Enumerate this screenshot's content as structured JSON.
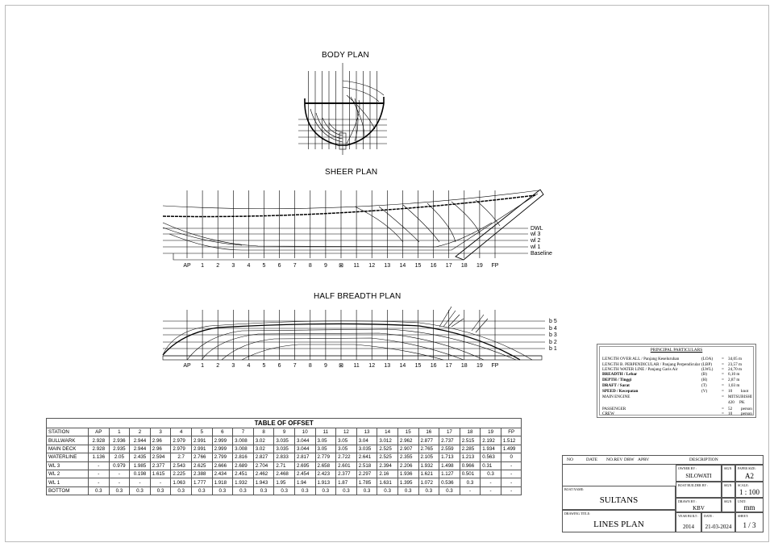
{
  "drawing": {
    "body_plan_title": "BODY PLAN",
    "sheer_plan_title": "SHEER PLAN",
    "half_breadth_title": "HALF BREADTH PLAN",
    "stations": [
      "AP",
      "1",
      "2",
      "3",
      "4",
      "5",
      "6",
      "7",
      "8",
      "9",
      "⊠",
      "11",
      "12",
      "13",
      "14",
      "15",
      "16",
      "17",
      "18",
      "19",
      "FP"
    ],
    "sheer_waterlines": [
      "DWL",
      "wl 3",
      "wl 2",
      "wl 1",
      "Baseline"
    ],
    "half_breadth_buttocks": [
      "b 5",
      "b 4",
      "b 3",
      "b 2",
      "b 1"
    ],
    "line_color": "#000000"
  },
  "principal_particulars": {
    "title": "PRINCIPAL PARTICULARS",
    "rows": [
      {
        "label": "LENGTH OVER ALL / Panjang Keseluruhan",
        "sym": "(LOA)",
        "eq": "=",
        "value": "34,05 m",
        "unit": ""
      },
      {
        "label": "LENGTH B. PERPENDICULAR / Panjang Perpendicular",
        "sym": "(LBP)",
        "eq": "=",
        "value": "23,57 m",
        "unit": ""
      },
      {
        "label": "LENGTH WATER LINE / Panjang Garis Air",
        "sym": "(LWL)",
        "eq": "=",
        "value": "24,70 m",
        "unit": ""
      },
      {
        "label": "BREADTH / Lebar",
        "sym": "(B)",
        "eq": "=",
        "value": "6,10 m",
        "unit": ""
      },
      {
        "label": "DEPTH / Tinggi",
        "sym": "(H)",
        "eq": "=",
        "value": "2,87 m",
        "unit": ""
      },
      {
        "label": "DRAFT / Sarat",
        "sym": "(T)",
        "eq": "=",
        "value": "1,03 m",
        "unit": ""
      },
      {
        "label": "SPEED / Kecepatan",
        "sym": "(V)",
        "eq": "=",
        "value": "10",
        "unit": "knot"
      },
      {
        "label": "MAIN ENGINE",
        "sym": "",
        "eq": "=",
        "value": "MITSUBISHI",
        "unit": ""
      },
      {
        "label": "",
        "sym": "",
        "eq": "",
        "value": "420",
        "unit": "PK"
      },
      {
        "label": "PASSENGER",
        "sym": "",
        "eq": "=",
        "value": "52",
        "unit": "person"
      },
      {
        "label": "CREW",
        "sym": "",
        "eq": "=",
        "value": "10",
        "unit": "person"
      }
    ]
  },
  "offset_table": {
    "title": "TABLE OF OFFSET",
    "headers": [
      "STATION",
      "AP",
      "1",
      "2",
      "3",
      "4",
      "5",
      "6",
      "7",
      "8",
      "9",
      "10",
      "11",
      "12",
      "13",
      "14",
      "15",
      "16",
      "17",
      "18",
      "19",
      "FP"
    ],
    "rows": [
      [
        "BULLWARK",
        "2.928",
        "2.936",
        "2.944",
        "2.96",
        "2.979",
        "2.991",
        "2.999",
        "3.008",
        "3.02",
        "3.035",
        "3.044",
        "3.05",
        "3.05",
        "3.04",
        "3.012",
        "2.962",
        "2.877",
        "2.737",
        "2.515",
        "2.192",
        "1.512"
      ],
      [
        "MAIN DECK",
        "2.928",
        "2.935",
        "2.944",
        "2.96",
        "2.979",
        "2.991",
        "2.999",
        "3.008",
        "3.02",
        "3.035",
        "3.044",
        "3.05",
        "3.05",
        "3.035",
        "2.525",
        "2.907",
        "2.765",
        "2.559",
        "2.285",
        "1.934",
        "1.499"
      ],
      [
        "WATERLINE",
        "1.136",
        "2.05",
        "2.435",
        "2.594",
        "2.7",
        "2.766",
        "2.799",
        "2.816",
        "2.827",
        "2.833",
        "2.817",
        "2.779",
        "2.722",
        "2.641",
        "2.525",
        "2.355",
        "2.105",
        "1.713",
        "1.213",
        "0.563",
        "0"
      ],
      [
        "WL 3",
        "-",
        "0.979",
        "1.985",
        "2.377",
        "2.543",
        "2.625",
        "2.666",
        "2.689",
        "2.704",
        "2.71",
        "2.695",
        "2.658",
        "2.601",
        "2.518",
        "2.394",
        "2.206",
        "1.932",
        "1.498",
        "0.966",
        "0.31",
        "-"
      ],
      [
        "WL 2",
        "-",
        "-",
        "0.198",
        "1.615",
        "2.225",
        "2.388",
        "2.434",
        "2.451",
        "2.462",
        "2.468",
        "2.454",
        "2.423",
        "2.377",
        "2.297",
        "2.16",
        "1.936",
        "1.621",
        "1.127",
        "0.501",
        "0.3",
        "-"
      ],
      [
        "WL 1",
        "-",
        "-",
        "-",
        "-",
        "1.063",
        "1.777",
        "1.918",
        "1.932",
        "1.943",
        "1.95",
        "1.94",
        "1.913",
        "1.87",
        "1.785",
        "1.631",
        "1.395",
        "1.072",
        "0.536",
        "0.3",
        "-",
        "-"
      ],
      [
        "BOTTOM",
        "0.3",
        "0.3",
        "0.3",
        "0.3",
        "0.3",
        "0.3",
        "0.3",
        "0.3",
        "0.3",
        "0.3",
        "0.3",
        "0.3",
        "0.3",
        "0.3",
        "0.3",
        "0.3",
        "0.3",
        "0.3",
        "-",
        "-",
        "-"
      ]
    ]
  },
  "title_block": {
    "rev_headers": [
      "NO",
      "DATE",
      "NO.REV",
      "DRW",
      "APRV",
      "DESCRIPTION"
    ],
    "owner_label": "OWNER BY :",
    "owner": "SILOWATI",
    "sign_label": "SIGN",
    "builder_label": "BOAT BUILDER BY :",
    "drawn_label": "DRAWN BY :",
    "drawn": "KBV",
    "paper_size_label": "PAPER SIZE:",
    "paper_size": "A2",
    "scale_label": "SCALE:",
    "scale": "1 : 100",
    "unit_label": "UNIT:",
    "unit": "mm",
    "boat_name_label": "BOAT NAME:",
    "boat_name": "SULTANS",
    "drawing_title_label": "DRAWING TITLE:",
    "drawing_title": "LINES PLAN",
    "year_built_label": "YEAR BUILT :",
    "year_built": "2014",
    "date_label": "DATE :",
    "date": "21-03-2024",
    "sheet_label": "SHEET:",
    "sheet": "1 / 3"
  }
}
